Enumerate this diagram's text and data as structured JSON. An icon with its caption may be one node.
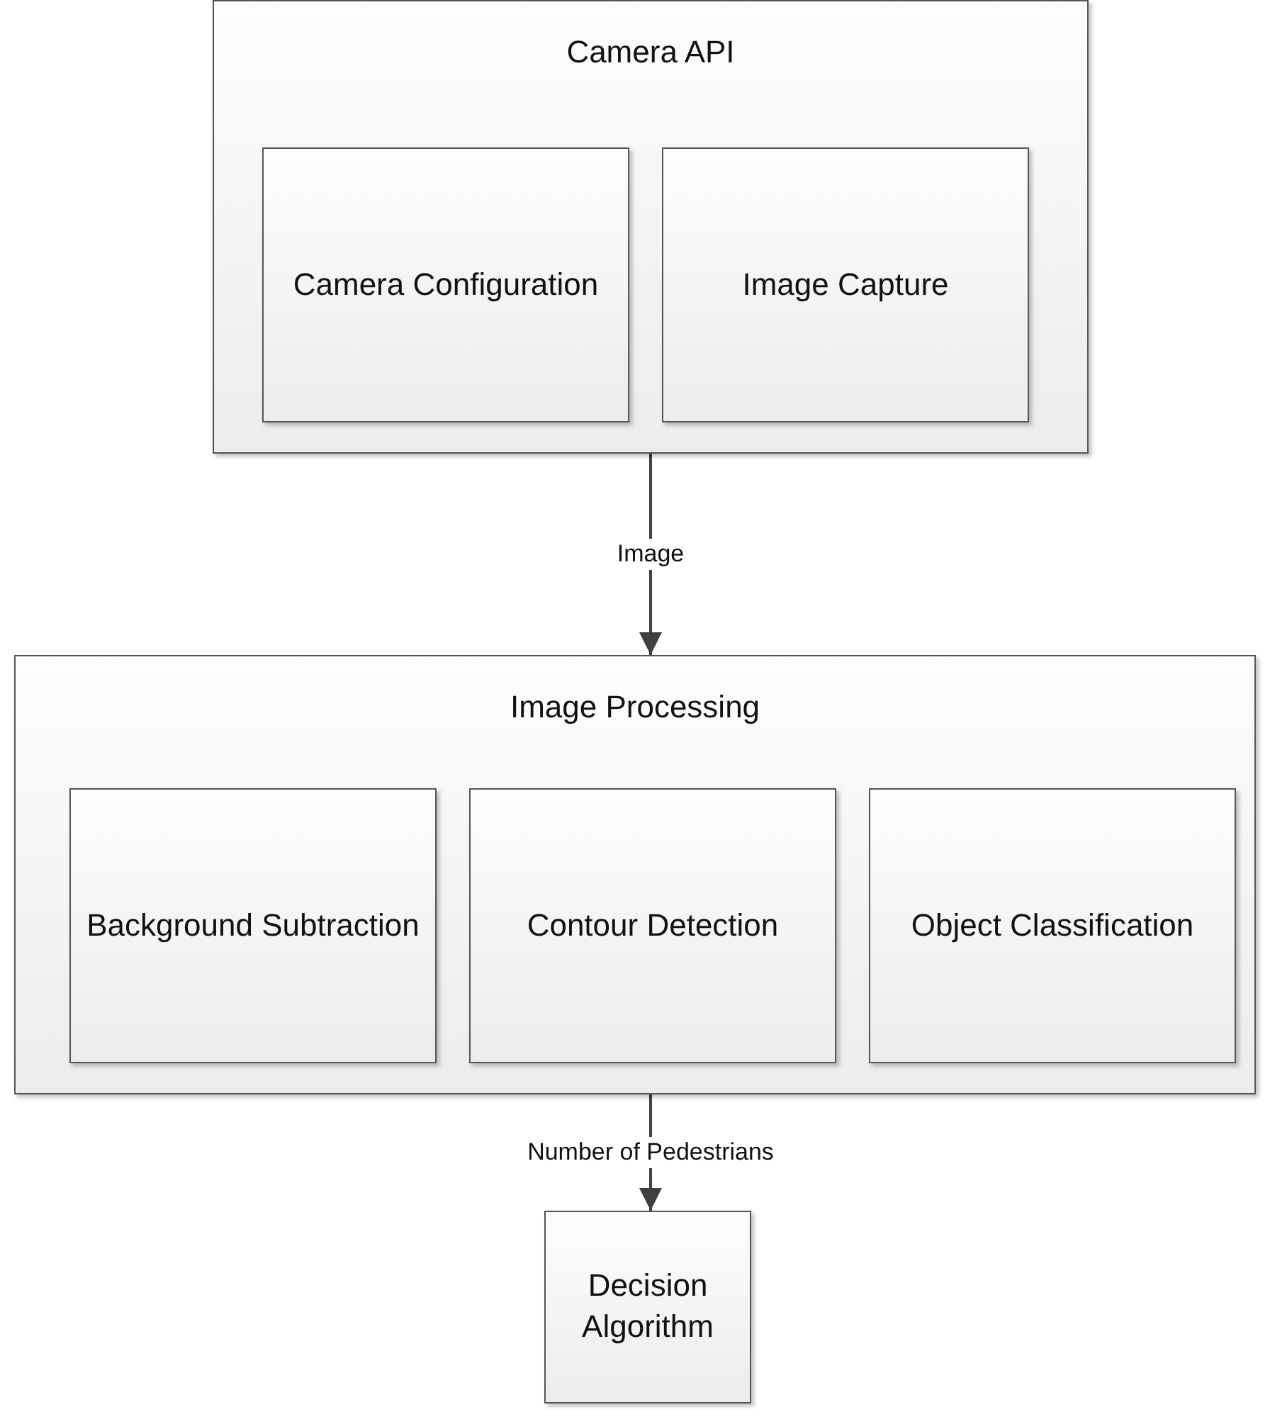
{
  "diagram": {
    "nodes": [
      {
        "text": [
          "Camera API"
        ]
      },
      {
        "text": [
          "Camera Configuration"
        ],
        "in": 0
      },
      {
        "text": [
          "Image Capture"
        ],
        "in": 0
      },
      {
        "text": [
          "Image Processing"
        ]
      },
      {
        "text": [
          "Background Subtraction"
        ],
        "in": 3
      },
      {
        "text": [
          "Contour Detection"
        ],
        "in": 3
      },
      {
        "text": [
          "Object Classification"
        ],
        "in": 3
      },
      {
        "text": [
          "Decision Algorithm"
        ]
      }
    ],
    "edges": [
      {
        "from": 0,
        "to": 3,
        "arrow": "to",
        "label": "Image"
      },
      {
        "from": 3,
        "to": 7,
        "arrow": "to",
        "label": "Number of Pedestrians"
      }
    ]
  }
}
